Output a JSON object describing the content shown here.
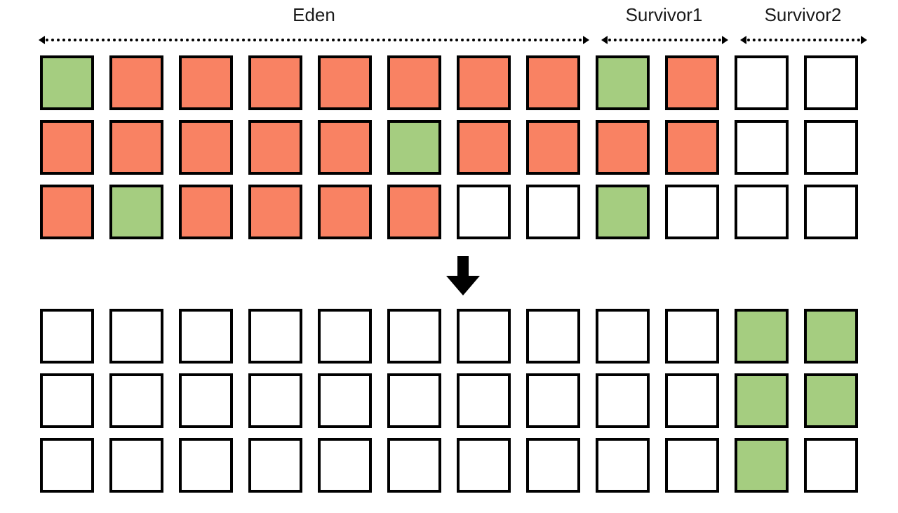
{
  "diagram": {
    "title_row": [
      {
        "name": "Eden",
        "label": "Eden",
        "span_columns": 8
      },
      {
        "name": "Survivor1",
        "label": "Survivor1",
        "span_columns": 2
      },
      {
        "name": "Survivor2",
        "label": "Survivor2",
        "span_columns": 2
      }
    ],
    "transition_icon": "down-arrow-icon",
    "colors": {
      "occupied": "#f98263",
      "survivor": "#a5cd80",
      "empty": "#ffffff",
      "outline": "#000000"
    },
    "legend_states": {
      "red": "occupied-object",
      "green": "live-object",
      "white": "free-slot"
    },
    "grids": [
      {
        "name": "before-collection",
        "columns": 12,
        "rows": [
          [
            "green",
            "red",
            "red",
            "red",
            "red",
            "red",
            "red",
            "red",
            "green",
            "red",
            "empty",
            "empty"
          ],
          [
            "red",
            "red",
            "red",
            "red",
            "red",
            "green",
            "red",
            "red",
            "red",
            "red",
            "empty",
            "empty"
          ],
          [
            "red",
            "green",
            "red",
            "red",
            "red",
            "red",
            "empty",
            "empty",
            "green",
            "empty",
            "empty",
            "empty"
          ]
        ]
      },
      {
        "name": "after-collection",
        "columns": 12,
        "rows": [
          [
            "empty",
            "empty",
            "empty",
            "empty",
            "empty",
            "empty",
            "empty",
            "empty",
            "empty",
            "empty",
            "green",
            "green"
          ],
          [
            "empty",
            "empty",
            "empty",
            "empty",
            "empty",
            "empty",
            "empty",
            "empty",
            "empty",
            "empty",
            "green",
            "green"
          ],
          [
            "empty",
            "empty",
            "empty",
            "empty",
            "empty",
            "empty",
            "empty",
            "empty",
            "empty",
            "empty",
            "green",
            "empty"
          ]
        ]
      }
    ]
  }
}
